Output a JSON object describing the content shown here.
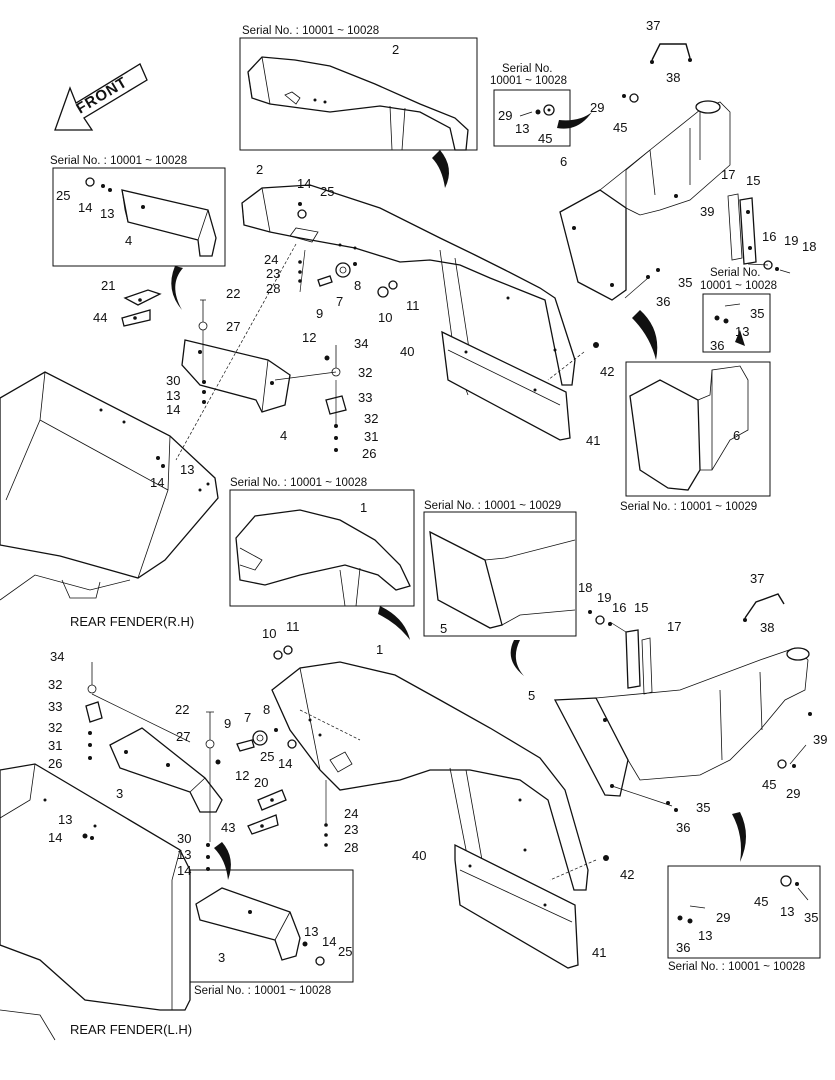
{
  "front_label": "FRONT",
  "captions": {
    "rear_fender_rh": "REAR FENDER(R.H)",
    "rear_fender_lh": "REAR FENDER(L.H)"
  },
  "serial_notes": {
    "s_top_center": "Serial No. : 10001 ~ 10028",
    "s_top_right_line1": "Serial No.",
    "s_top_right_line2": "10001 ~ 10028",
    "s_left_upper": "Serial No. : 10001 ~ 10028",
    "s_right_mid_line1": "Serial No.",
    "s_right_mid_line2": "10001 ~ 10028",
    "s_right_mid_box": "Serial No. : 10001 ~ 10029",
    "s_center_mid": "Serial No. : 10001 ~ 10028",
    "s_center_right": "Serial No. : 10001 ~ 10029",
    "s_bottom_left": "Serial No. : 10001 ~ 10028",
    "s_bottom_right": "Serial No. : 10001 ~ 10028"
  },
  "part_numbers": {
    "rh": [
      "2",
      "14",
      "25",
      "8",
      "7",
      "9",
      "10",
      "11",
      "24",
      "23",
      "28",
      "22",
      "27",
      "21",
      "44",
      "12",
      "34",
      "32",
      "33",
      "32",
      "31",
      "26",
      "30",
      "13",
      "14",
      "4",
      "13",
      "14",
      "40",
      "42",
      "41",
      "6",
      "17",
      "15",
      "16",
      "19",
      "18",
      "39",
      "35",
      "36",
      "37",
      "38",
      "29",
      "45"
    ],
    "lh": [
      "1",
      "10",
      "11",
      "9",
      "7",
      "8",
      "25",
      "14",
      "22",
      "27",
      "12",
      "34",
      "32",
      "33",
      "32",
      "31",
      "26",
      "3",
      "13",
      "14",
      "30",
      "13",
      "14",
      "20",
      "43",
      "24",
      "23",
      "28",
      "40",
      "42",
      "41",
      "5",
      "15",
      "16",
      "19",
      "18",
      "17",
      "37",
      "38",
      "39",
      "45",
      "29",
      "35",
      "36"
    ]
  }
}
